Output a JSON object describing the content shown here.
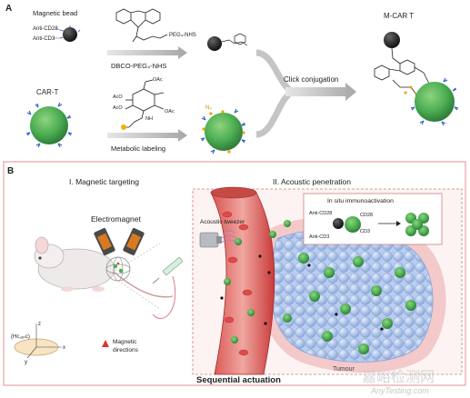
{
  "panel_a": {
    "label": "A",
    "magnetic_bead": "Magnetic bead",
    "anti_cd28": "Anti-CD28",
    "anti_cd3": "Anti-CD3",
    "peg_label": "PEG₄-NHS",
    "dbco_reagent": "DBCO-PEG₄-NHS",
    "car_t": "CAR-T",
    "ac_label_1": "AcO",
    "ac_label_2": "AcO",
    "nh_label": "NH",
    "ac_label_3": "OAc",
    "ac_label_4": "OAc",
    "n3_label": "N₃",
    "metabolic_labeling": "Metabolic labeling",
    "click_conjugation": "Click conjugation",
    "product": "M-CAR T"
  },
  "panel_b": {
    "label": "B",
    "step1": "I. Magnetic targeting",
    "step2": "II. Acoustic penetration",
    "electromagnet": "Electromagnet",
    "axes_label": "(Hc,ₒₚc)",
    "axis_x": "x",
    "axis_y": "y",
    "axis_z": "z",
    "magnetic_directions_1": "Magnetic",
    "magnetic_directions_2": "directions",
    "acoustic_tweezer": "Acoustic tweezer",
    "in_situ": "In situ immunoactivation",
    "inset_anti_cd28": "Anti-CD28",
    "inset_cd28": "CD28",
    "inset_cd3": "CD3",
    "inset_anti_cd3": "Anti-CD3",
    "tumour": "Tumour",
    "sequential": "Sequential actuation"
  },
  "watermark": {
    "cn": "嘉峪检测网",
    "en": "AnyTesting.com"
  },
  "colors": {
    "cell_green": "#4cae52",
    "bead_black": "#1e1e1e",
    "vessel_red": "#c83a3a",
    "tumour_blue": "#9db8e6",
    "panel_border": "#e8a0a8",
    "arrow_gray": "#9a9a9a"
  }
}
